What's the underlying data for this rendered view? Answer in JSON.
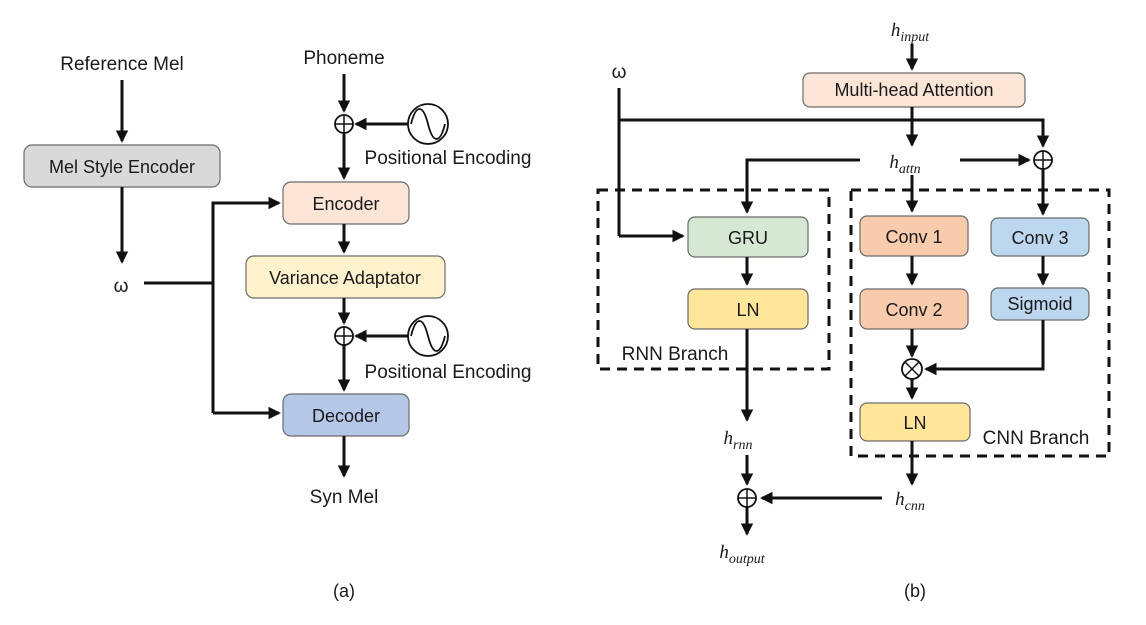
{
  "panel_a": {
    "reference_mel": "Reference Mel",
    "mel_style_encoder": "Mel Style Encoder",
    "omega": "ω",
    "phoneme": "Phoneme",
    "positional_encoding_1": "Positional Encoding",
    "encoder": "Encoder",
    "variance_adaptor": "Variance Adaptator",
    "positional_encoding_2": "Positional Encoding",
    "decoder": "Decoder",
    "syn_mel": "Syn Mel",
    "caption": "(a)"
  },
  "panel_b": {
    "h_input": {
      "base": "h",
      "sub": "input"
    },
    "omega": "ω",
    "multihead_attention": "Multi-head Attention",
    "h_attn": {
      "base": "h",
      "sub": "attn"
    },
    "gru": "GRU",
    "ln_rnn": "LN",
    "rnn_branch": "RNN Branch",
    "conv1": "Conv 1",
    "conv2": "Conv 2",
    "conv3": "Conv 3",
    "sigmoid": "Sigmoid",
    "ln_cnn": "LN",
    "cnn_branch": "CNN Branch",
    "h_rnn": {
      "base": "h",
      "sub": "rnn"
    },
    "h_cnn": {
      "base": "h",
      "sub": "cnn"
    },
    "h_output": {
      "base": "h",
      "sub": "output"
    },
    "caption": "(b)"
  },
  "colors": {
    "gray_box": "#d9d9d9",
    "peach_box": "#fbe5d6",
    "yellow_box": "#fff2cc",
    "blue_box": "#b4c7e7",
    "green_box": "#d5e8d4",
    "yellow_ln": "#ffe699",
    "orange_conv": "#f8cbad",
    "light_blue": "#bdd7ee"
  }
}
